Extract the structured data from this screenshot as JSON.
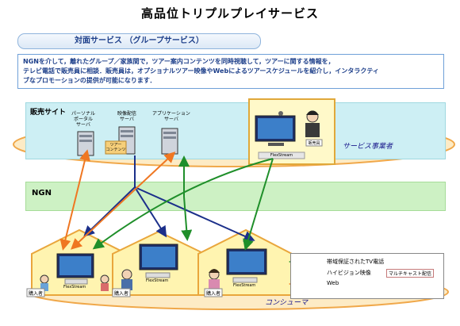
{
  "title": "高品位トリプルプレイサービス",
  "banner": "対面サービス （グループサービス）",
  "description": {
    "line1": "NGNを介して，離れたグループ／家族間で，ツアー案内コンテンツを同時視聴して，ツアーに関する情報を，",
    "line2": "テレビ電話で販売員に相談．販売員は，オプショナルツアー映像やWebによるツアースケジュールを紹介し，インタラクティ",
    "line3": "ブなプロモーションの提供が可能になります．"
  },
  "sales_site_label": "販売サイト",
  "servers": [
    {
      "l1": "パーソナル",
      "l2": "ポータル",
      "l3": "サーバ"
    },
    {
      "l1": "映像配信",
      "l2": "サーバ",
      "l3": ""
    },
    {
      "l1": "アプリケーション",
      "l2": "サーバ",
      "l3": ""
    }
  ],
  "tour_content_label": "ツアー\nコンテンツ",
  "sales_person_label": "販売員",
  "flexstream_label": "FlexStream",
  "service_provider_label": "サービス事業者",
  "ngn_label": "NGN",
  "purchaser_label": "購入者",
  "consumer_label": "コンシューマ",
  "legend": {
    "item1": "帯域保証されたTV電話",
    "item2": "ハイビジョン映像",
    "item2_tag": "マルチキャスト配信",
    "item3": "Web"
  },
  "colors": {
    "green": "#1f8f2a",
    "navy": "#1b2f8a",
    "orange": "#ef7722",
    "house_fill": "#fff4b0",
    "house_stroke": "#e9a63c",
    "ellipse_stroke": "#f0a84a",
    "ellipse_fill": "#fdebc5"
  }
}
